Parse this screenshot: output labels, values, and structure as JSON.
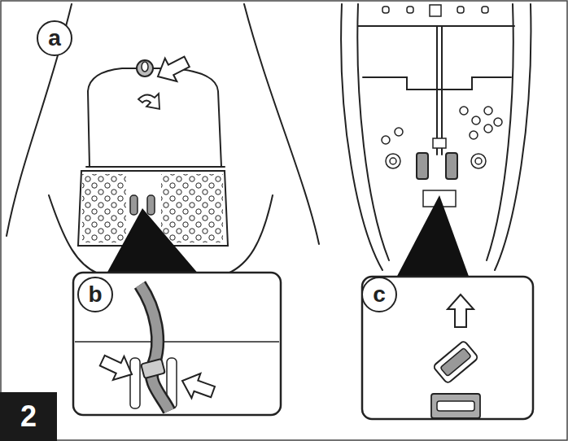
{
  "diagram": {
    "nodes": [
      {
        "text": [
          "a"
        ]
      },
      {
        "text": [
          "b"
        ]
      },
      {
        "text": [
          "c"
        ]
      },
      {
        "text": [
          "2"
        ]
      }
    ]
  }
}
